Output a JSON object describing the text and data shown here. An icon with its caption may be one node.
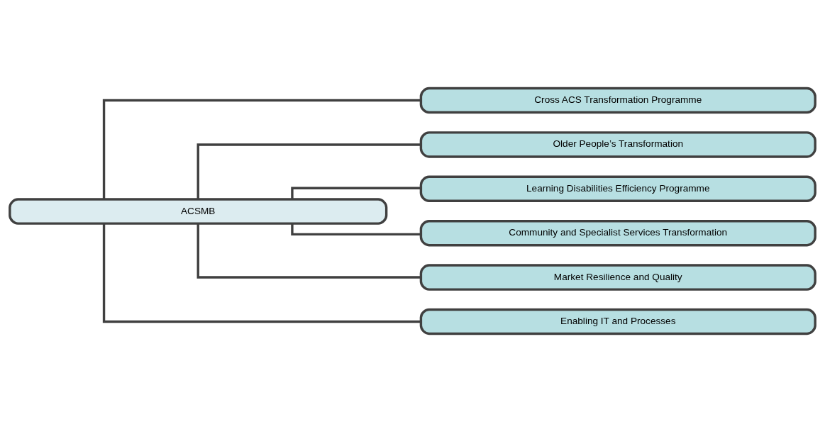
{
  "diagram": {
    "nodes": [
      {
        "text": [
          "ACSMB"
        ]
      },
      {
        "text": [
          "Cross ACS Transformation Programme"
        ]
      },
      {
        "text": [
          "Older People’s Transformation"
        ]
      },
      {
        "text": [
          "Learning Disabilities Efficiency Programme"
        ]
      },
      {
        "text": [
          "Community and Specialist Services Transformation"
        ]
      },
      {
        "text": [
          "Market Resilience and Quality"
        ]
      },
      {
        "text": [
          "Enabling IT and Processes"
        ]
      }
    ],
    "edges": [
      {
        "from": 0,
        "to": 1,
        "arrow": "none"
      },
      {
        "from": 0,
        "to": 2,
        "arrow": "none"
      },
      {
        "from": 0,
        "to": 3,
        "arrow": "none"
      },
      {
        "from": 0,
        "to": 4,
        "arrow": "none"
      },
      {
        "from": 0,
        "to": 5,
        "arrow": "none"
      },
      {
        "from": 0,
        "to": 6,
        "arrow": "none"
      }
    ]
  }
}
